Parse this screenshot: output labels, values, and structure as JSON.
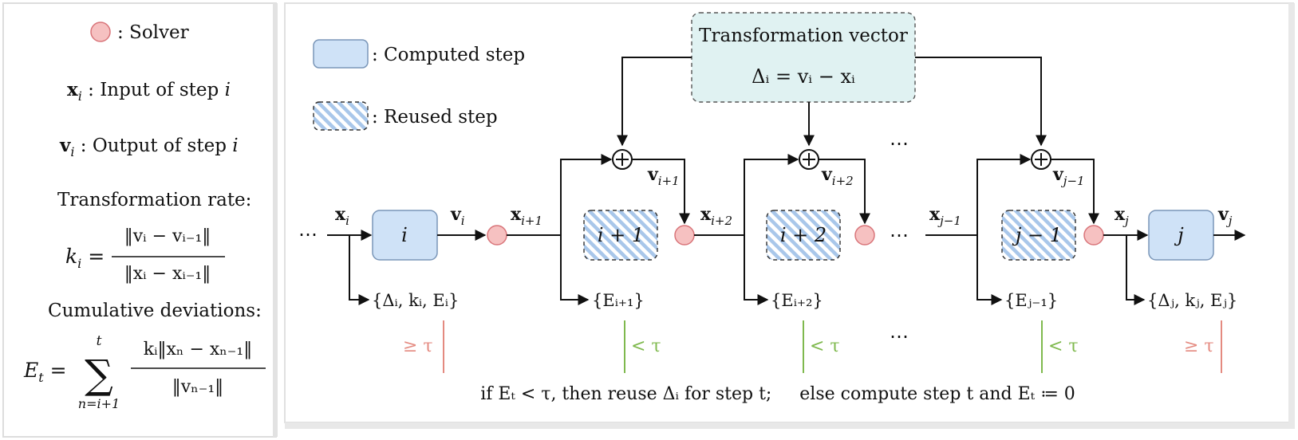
{
  "legend": {
    "solver_label": ": Solver",
    "input_symbol": "x",
    "input_sub": "i",
    "input_text": " : Input of step ",
    "input_var": "i",
    "output_symbol": "v",
    "output_sub": "i",
    "output_text": " : Output of step ",
    "output_var": "i",
    "rate_title": "Transformation rate:",
    "rate_lhs": "k",
    "rate_lhs_sub": "i",
    "rate_num": "‖vᵢ − vᵢ₋₁‖",
    "rate_den": "‖xᵢ − xᵢ₋₁‖",
    "cum_title": "Cumulative deviations:",
    "cum_lhs": "E",
    "cum_lhs_sub": "t",
    "sum_upper": "t",
    "sum_lower": "n=i+1",
    "cum_num": "kᵢ‖xₙ − xₙ₋₁‖",
    "cum_den": "‖vₙ₋₁‖"
  },
  "key": {
    "computed": ": Computed step",
    "reused": ": Reused step"
  },
  "transform": {
    "title": "Transformation vector",
    "formula": "Δᵢ = vᵢ − xᵢ"
  },
  "steps": {
    "s_i": "i",
    "s_i1": "i + 1",
    "s_i2": "i + 2",
    "s_j1": "j − 1",
    "s_j": "j"
  },
  "signals": {
    "x_i": "x",
    "x_i_sub": "i",
    "v_i": "v",
    "v_i_sub": "i",
    "x_i1": "x",
    "x_i1_sub": "i+1",
    "v_i1": "v",
    "v_i1_sub": "i+1",
    "x_i2": "x",
    "x_i2_sub": "i+2",
    "v_i2": "v",
    "v_i2_sub": "i+2",
    "x_j1": "x",
    "x_j1_sub": "j−1",
    "v_j1": "v",
    "v_j1_sub": "j−1",
    "x_j": "x",
    "x_j_sub": "j",
    "v_j": "v",
    "v_j_sub": "j"
  },
  "outputs": {
    "o_i": "{Δᵢ, kᵢ, Eᵢ}",
    "o_i1": "{Eᵢ₊₁}",
    "o_i2": "{Eᵢ₊₂}",
    "o_j1": "{Eⱼ₋₁}",
    "o_j": "{Δⱼ, kⱼ, Eⱼ}"
  },
  "thresholds": {
    "ge_left": "≥ τ",
    "lt_1": "< τ",
    "lt_2": "< τ",
    "lt_3": "< τ",
    "ge_right": "≥ τ"
  },
  "ellipsis": "⋯",
  "bottom_rule": "if Eₜ < τ, then reuse Δᵢ for step t;     else compute step t and Eₜ ≔ 0",
  "colors": {
    "computed_fill": "#cfe2f7",
    "computed_stroke": "#7a96b8",
    "reused_stripe": "#a9c7ea",
    "solver_fill": "#f6c1c1",
    "solver_stroke": "#d9757a",
    "transform_fill": "#e0f2f2",
    "green": "#7fb94e",
    "red": "#e48a80"
  }
}
